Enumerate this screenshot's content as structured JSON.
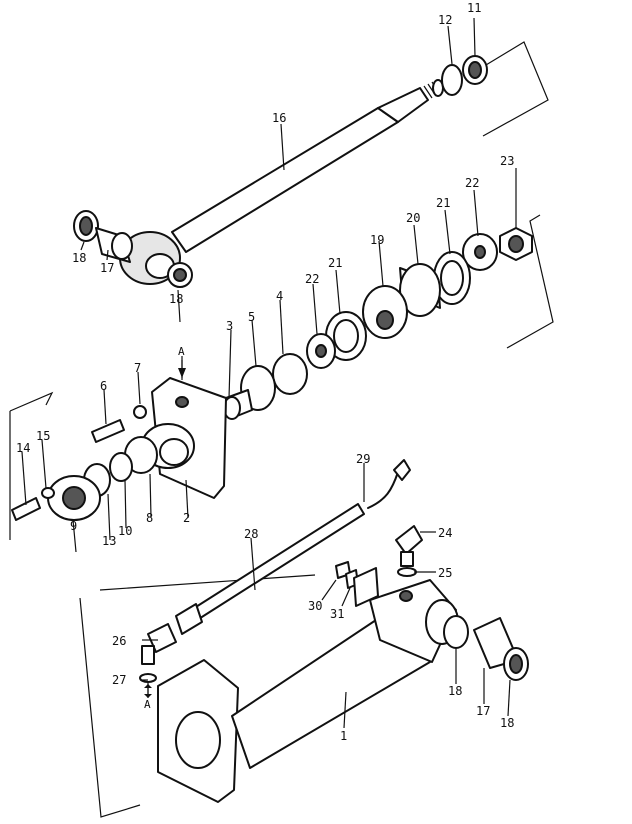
{
  "callouts": {
    "c1": "1",
    "c2": "2",
    "c3": "3",
    "c4": "4",
    "c5": "5",
    "c6": "6",
    "c7": "7",
    "c8": "8",
    "c9": "9",
    "c10": "10",
    "c11": "11",
    "c12": "12",
    "c13": "13",
    "c14": "14",
    "c15": "15",
    "c16": "16",
    "c17": "17",
    "c17b": "17",
    "c18a": "18",
    "c18b": "18",
    "c18c": "18",
    "c18d": "18",
    "c19": "19",
    "c20": "20",
    "c21a": "21",
    "c21b": "21",
    "c22a": "22",
    "c22b": "22",
    "c23": "23",
    "c24": "24",
    "c25": "25",
    "c26": "26",
    "c27": "27",
    "c28": "28",
    "c29": "29",
    "c30": "30",
    "c31": "31"
  },
  "view_marks": {
    "top": "A",
    "bottom": "A"
  }
}
